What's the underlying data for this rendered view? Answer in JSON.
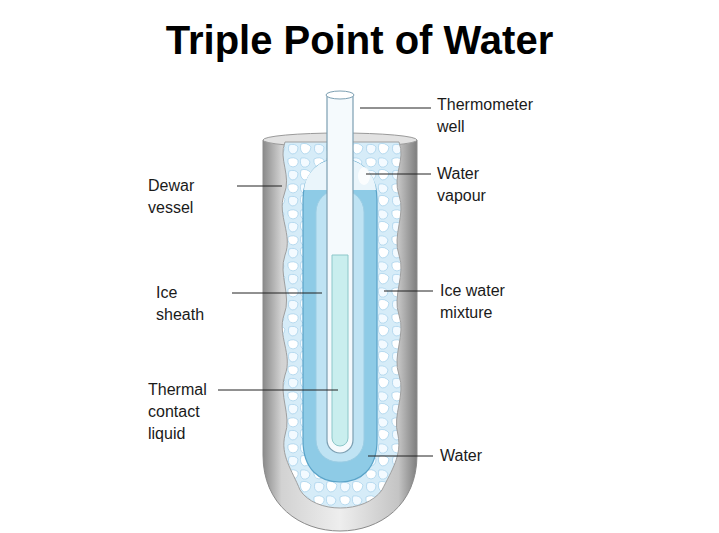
{
  "diagram": {
    "title": "Triple Point of Water",
    "labels": [
      "Thermometer well",
      "Water vapour",
      "Dewar vessel",
      "Ice sheath",
      "Ice water mixture",
      "Thermal contact liquid",
      "Water"
    ]
  }
}
